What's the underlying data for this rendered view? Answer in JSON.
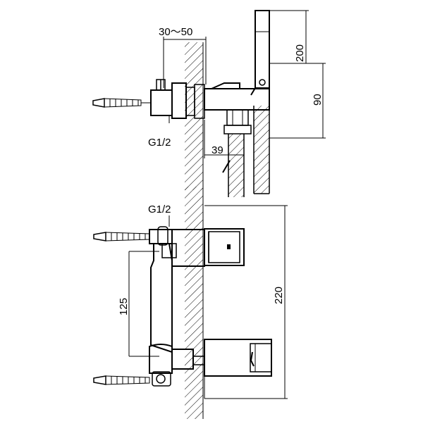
{
  "top_view": {
    "dim_wall_range": "30～50",
    "dim_hose_height": "200",
    "dim_body_height": "90",
    "dim_projection": "39",
    "thread_label": "G1/2"
  },
  "front_view": {
    "thread_label": "G1/2",
    "dim_inlet_spacing": "125",
    "dim_overall_height": "220"
  }
}
